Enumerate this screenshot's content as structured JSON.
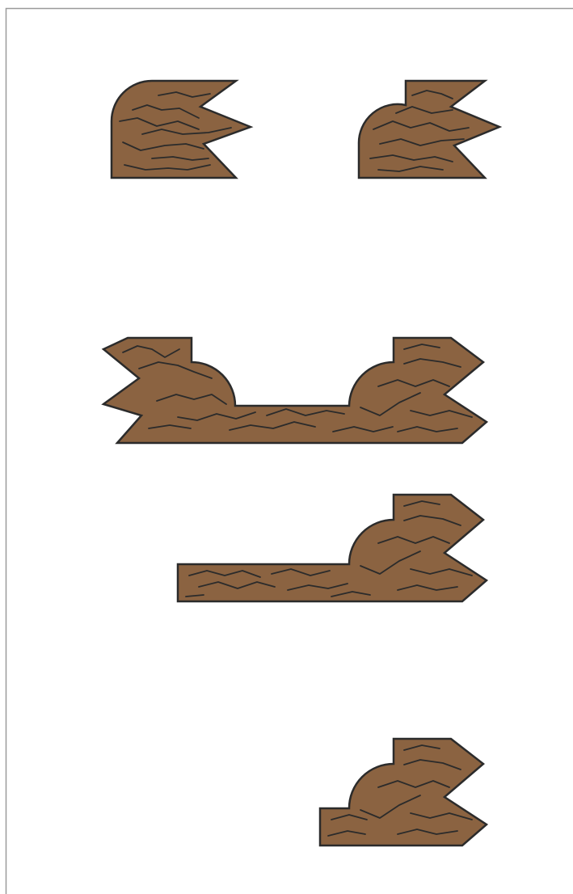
{
  "sheet": {
    "background": "#ffffff",
    "border_color": "#9a9a9a"
  },
  "palette": {
    "wood_fill": "#8b6341",
    "outline": "#2b2b2b"
  },
  "pieces": [
    {
      "name": "rounded-notched-end-block",
      "icon": "wood-block-rounded-end"
    },
    {
      "name": "stepped-notched-end-block",
      "icon": "wood-block-stepped-end"
    },
    {
      "name": "long-trough-piece",
      "icon": "wood-trough"
    },
    {
      "name": "l-shaped-rail-piece",
      "icon": "wood-rail"
    },
    {
      "name": "short-stepped-block",
      "icon": "wood-step-block"
    }
  ]
}
